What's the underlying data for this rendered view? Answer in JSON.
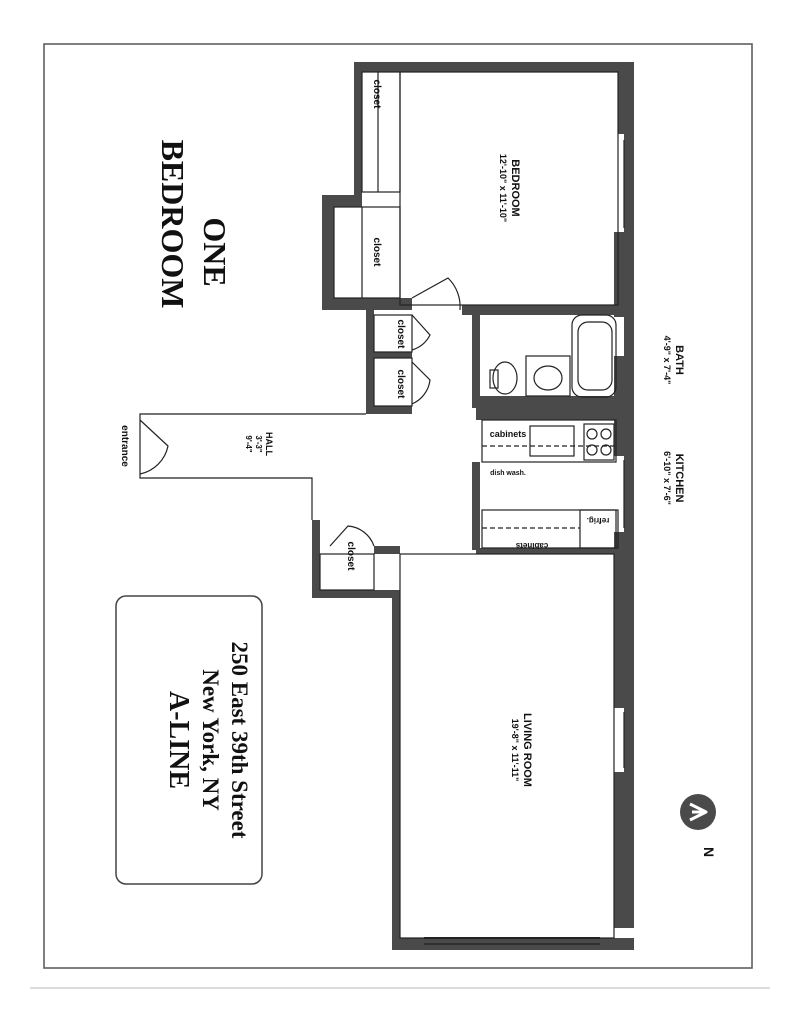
{
  "plan": {
    "title_line1": "ONE",
    "title_line2": "BEDROOM",
    "address_line1": "250 East 39th Street",
    "address_line2": "New York, NY",
    "address_line3": "A-LINE",
    "north_label": "N",
    "rooms": {
      "bedroom_name": "BEDROOM",
      "bedroom_dims": "12'-10\" x 11'-10\"",
      "bath_name": "BATH",
      "bath_dims": "4'-9\" x 7'-4\"",
      "kitchen_name": "KITCHEN",
      "kitchen_dims": "6'-10\" x 7'-6\"",
      "living_name": "LIVING ROOM",
      "living_dims": "19'-8\" x 11'-11\"",
      "hall_name": "HALL",
      "hall_dims_a": "3'-3\"",
      "hall_dims_b": "9'-4\""
    },
    "labels": {
      "closet": "closet",
      "entrance": "entrance",
      "cabinets": "cabinets",
      "dish_wash": "dish wash.",
      "refrig": "refrig."
    },
    "colors": {
      "wall": "#4a4a4a",
      "line": "#222222",
      "paper": "#ffffff"
    }
  }
}
